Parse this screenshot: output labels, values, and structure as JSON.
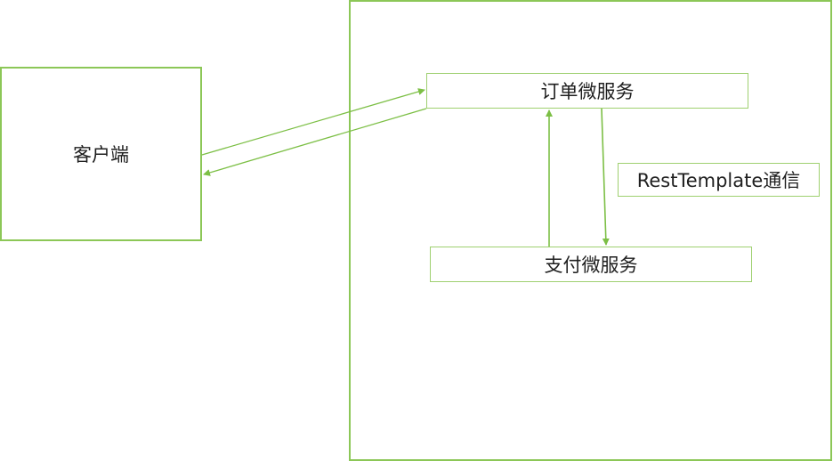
{
  "diagram": {
    "client": {
      "label": "客户端"
    },
    "order_service": {
      "label": "订单微服务"
    },
    "payment_service": {
      "label": "支付微服务"
    },
    "communication": {
      "label": "RestTemplate通信"
    }
  },
  "colors": {
    "border": "#8cc757",
    "arrow": "#7cbf45",
    "text": "#1f1f1f"
  }
}
